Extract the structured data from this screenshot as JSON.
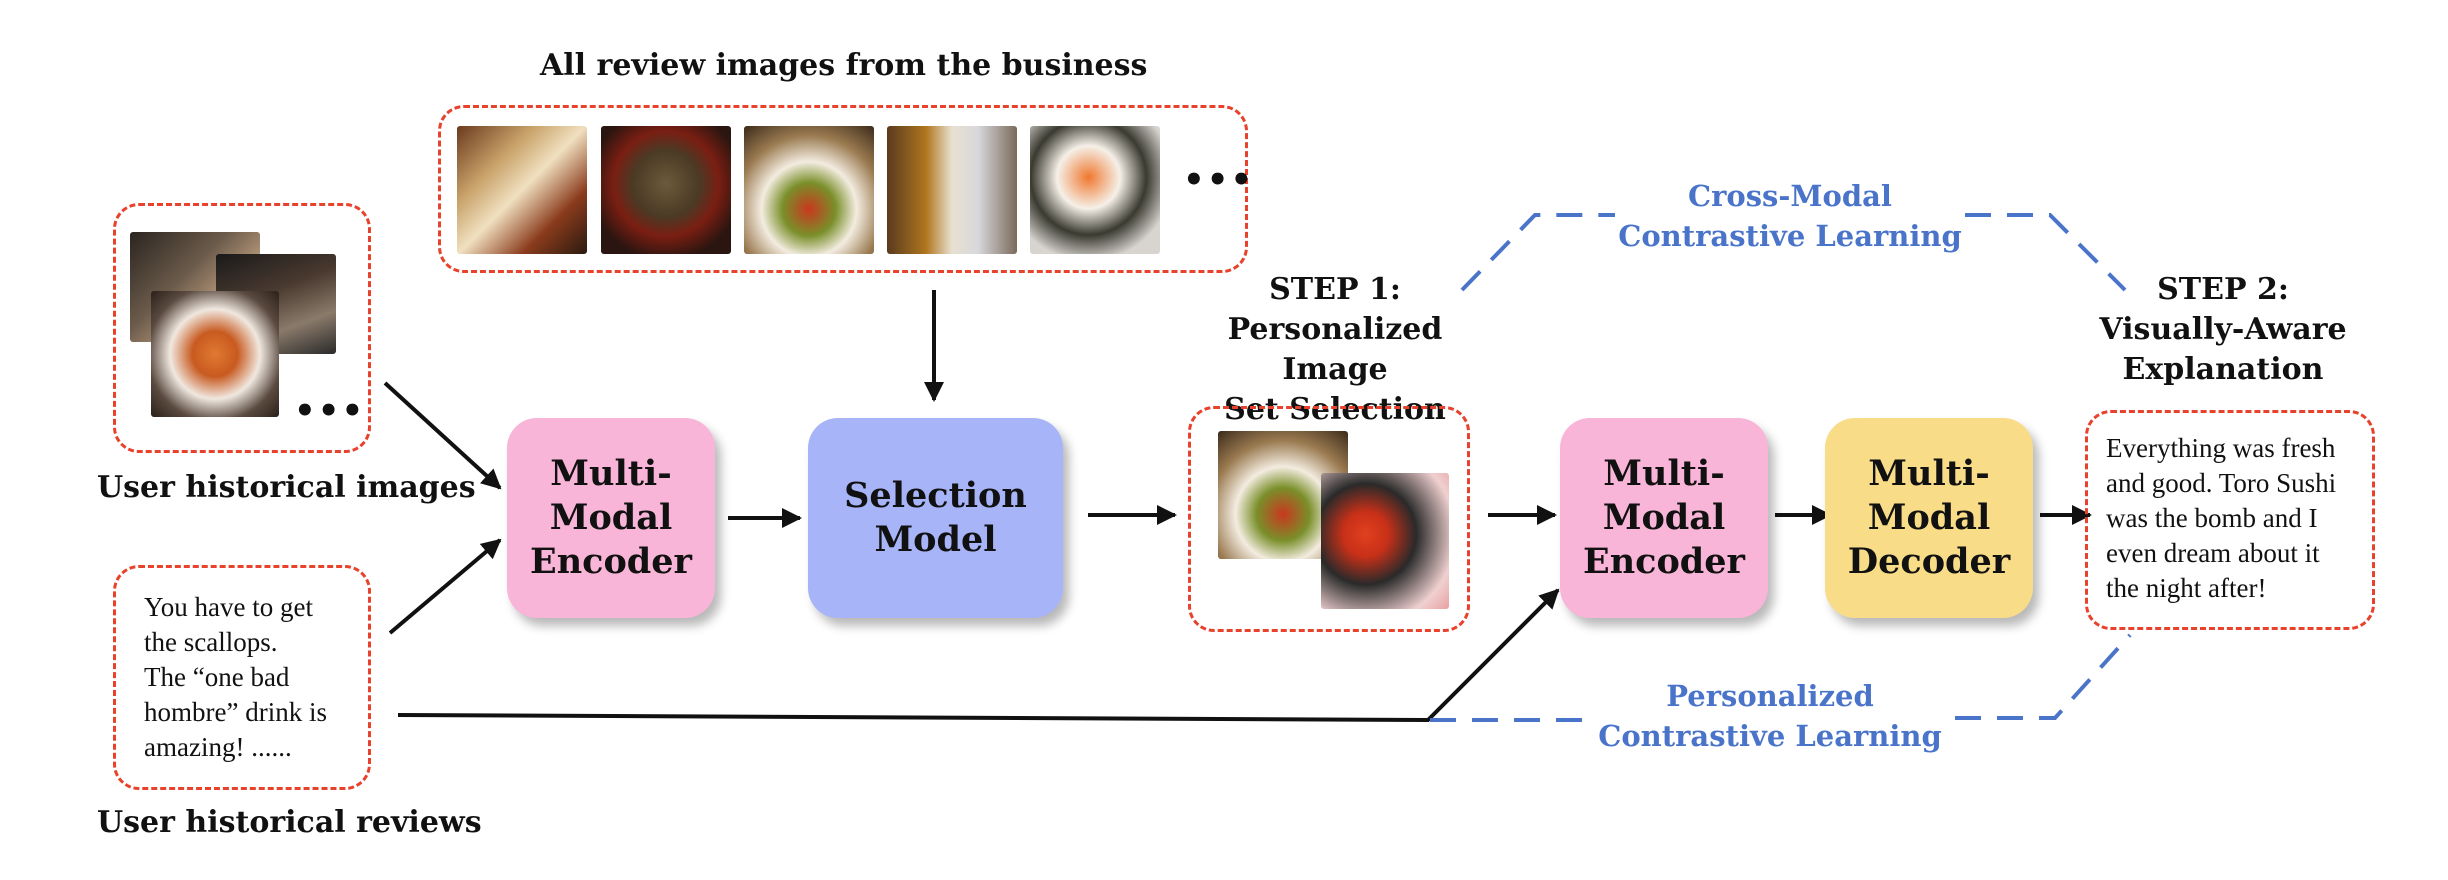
{
  "business_images": {
    "title": "All review images from the business",
    "ellipsis": "•••"
  },
  "user_images": {
    "label": "User historical images",
    "ellipsis": "•••"
  },
  "user_reviews": {
    "label": "User historical reviews",
    "text": "You have to get\nthe scallops.\nThe “one bad\nhombre” drink is\namazing!  ......"
  },
  "blocks": {
    "encoder1": "Multi-\nModal\nEncoder",
    "selection": "Selection\nModel",
    "encoder2": "Multi-\nModal\nEncoder",
    "decoder": "Multi-\nModal\nDecoder"
  },
  "steps": {
    "step1": "STEP 1:\nPersonalized Image\nSet Selection",
    "step2": "STEP 2:\nVisually-Aware\nExplanation"
  },
  "contrastive": {
    "cross_modal": "Cross-Modal\nContrastive Learning",
    "personalized": "Personalized\nContrastive Learning"
  },
  "explanation": {
    "text": "Everything was fresh\nand good. Toro Sushi\nwas the bomb and I\neven dream about it\nthe night after!"
  },
  "colors": {
    "dashed_border": "#e8412c",
    "encoder": "#f8b5d7",
    "selection": "#a7b5f8",
    "decoder": "#f8dc88",
    "contrastive": "#4a74c9"
  }
}
